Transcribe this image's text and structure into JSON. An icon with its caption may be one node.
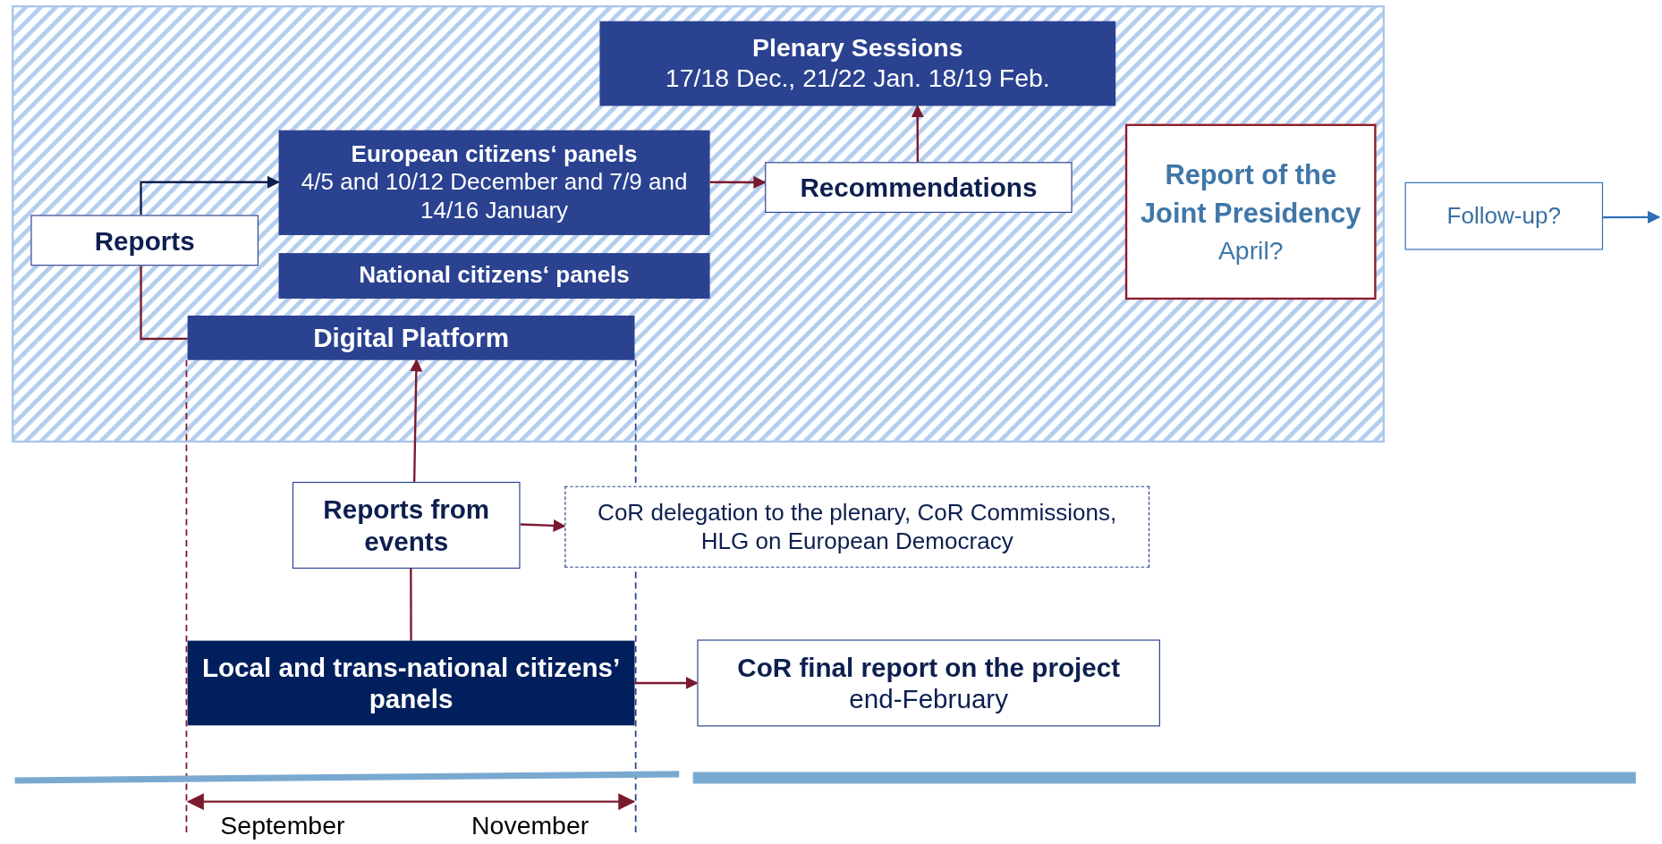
{
  "diagram": {
    "nodes": [
      {
        "text": [
          "Plenary Sessions",
          "17/18 Dec., 21/22 Jan. 18/19 Feb."
        ]
      },
      {
        "text": [
          "European citizens‘ panels",
          "4/5 and 10/12 December and 7/9 and 14/16 January"
        ]
      },
      {
        "text": [
          "Recommendations"
        ]
      },
      {
        "text": [
          "Report of the Joint Presidency",
          "April?"
        ]
      },
      {
        "text": [
          "Reports"
        ]
      },
      {
        "text": [
          "Follow-up?"
        ]
      },
      {
        "text": [
          "National citizens‘ panels"
        ]
      },
      {
        "text": [
          "Digital Platform"
        ]
      },
      {
        "text": [
          "Reports from events"
        ]
      },
      {
        "text": [
          "CoR delegation to the plenary, CoR Commissions, HLG on European Democracy"
        ]
      },
      {
        "text": [
          "Local and trans-national citizens’ panels"
        ]
      },
      {
        "text": [
          "**CoR final report on the project** end-February"
        ]
      }
    ],
    "edges": [
      {
        "from": 4,
        "to": 1,
        "arrow": "to",
        "color": "#0d1f4f"
      },
      {
        "from": 4,
        "to": 7,
        "arrow": "none"
      },
      {
        "from": 1,
        "to": 2,
        "arrow": "to"
      },
      {
        "from": 2,
        "to": 0,
        "arrow": "to"
      },
      {
        "from": 5,
        "to": null,
        "arrow": "to",
        "color": "#2e6fb5"
      },
      {
        "from": 8,
        "to": 7,
        "arrow": "to"
      },
      {
        "from": 8,
        "to": 9,
        "arrow": "to"
      },
      {
        "from": 10,
        "to": 8,
        "arrow": "none"
      },
      {
        "from": 10,
        "to": 11,
        "arrow": "to"
      }
    ],
    "labels": [
      "September",
      "November"
    ]
  }
}
